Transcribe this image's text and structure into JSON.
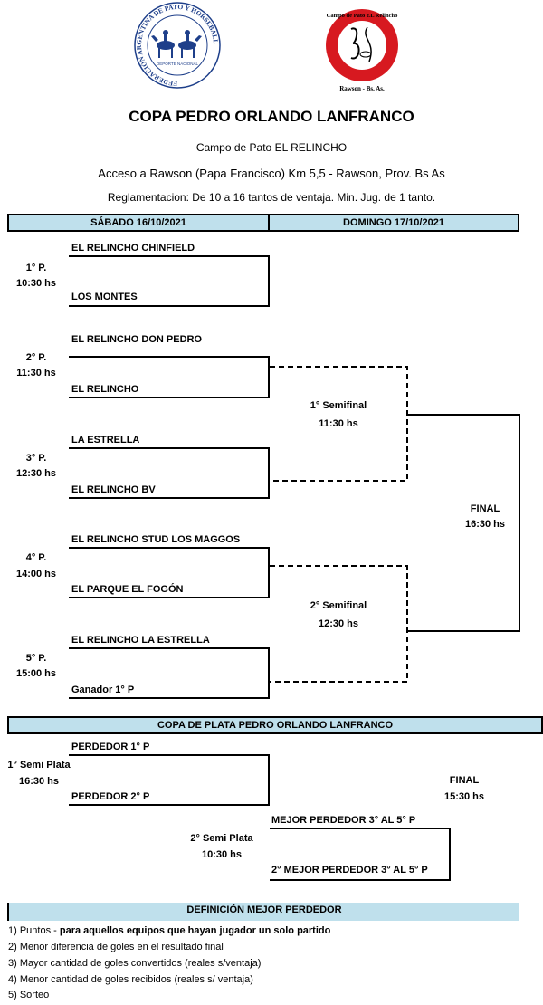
{
  "logos": {
    "left": {
      "ring_text": "FEDERACIÓN ARGENTINA DE PATO Y HORSEBALL",
      "inner_text": "DEPORTE NACIONAL"
    },
    "right": {
      "top_text": "Campo de Pato EL Relincho",
      "bottom_text": "Rawson - Bs. As."
    }
  },
  "header": {
    "title": "COPA PEDRO ORLANDO LANFRANCO",
    "venue": "Campo de Pato EL RELINCHO",
    "address": "Acceso a Rawson (Papa Francisco) Km 5,5 - Rawson, Prov. Bs As",
    "rules": "Reglamentacion: De 10 a 16 tantos de ventaja.  Min. Jug. de 1 tanto."
  },
  "days": {
    "saturday": "SÁBADO 16/10/2021",
    "sunday": "DOMINGO 17/10/2021"
  },
  "matches": [
    {
      "label": "1° P.",
      "time": "10:30 hs",
      "team_a": "EL RELINCHO CHINFIELD",
      "team_b": "LOS MONTES"
    },
    {
      "label": "2° P.",
      "time": "11:30 hs",
      "team_a": "EL RELINCHO DON PEDRO",
      "team_b": "EL RELINCHO"
    },
    {
      "label": "3° P.",
      "time": "12:30 hs",
      "team_a": "LA ESTRELLA",
      "team_b": "EL RELINCHO BV"
    },
    {
      "label": "4° P.",
      "time": "14:00 hs",
      "team_a": "EL RELINCHO STUD LOS MAGGOS",
      "team_b": "EL PARQUE EL FOGÓN"
    },
    {
      "label": "5° P.",
      "time": "15:00 hs",
      "team_a": "EL RELINCHO LA ESTRELLA",
      "team_b": "Ganador 1° P"
    }
  ],
  "semifinals": [
    {
      "label": "1° Semifinal",
      "time": "11:30 hs"
    },
    {
      "label": "2° Semifinal",
      "time": "12:30 hs"
    }
  ],
  "final": {
    "label": "FINAL",
    "time": "16:30 hs"
  },
  "plata": {
    "title": "COPA DE PLATA PEDRO ORLANDO LANFRANCO",
    "semi1": {
      "label": "1° Semi Plata",
      "time": "16:30 hs",
      "team_a": "PERDEDOR 1° P",
      "team_b": "PERDEDOR 2° P"
    },
    "semi2": {
      "label": "2° Semi Plata",
      "time": "10:30 hs",
      "team_a": "MEJOR PERDEDOR 3° AL 5° P",
      "team_b": "2° MEJOR PERDEDOR 3° AL 5° P"
    },
    "final": {
      "label": "FINAL",
      "time": "15:30 hs"
    }
  },
  "definicion": {
    "title": "DEFINICIÓN MEJOR PERDEDOR",
    "item1_prefix": "1) Puntos - ",
    "item1_bold": "para aquellos equipos que hayan jugador un solo partido",
    "items": [
      "2) Menor diferencia de goles en el resultado final",
      "3) Mayor cantidad de goles convertidos (reales s/ventaja)",
      "4) Menor cantidad de goles recibidos (reales s/ ventaja)",
      "5) Sorteo"
    ]
  },
  "colors": {
    "bar_fill": "#bfe0ec",
    "logo_red": "#d71920",
    "logo_blue": "#1e3f8a"
  }
}
